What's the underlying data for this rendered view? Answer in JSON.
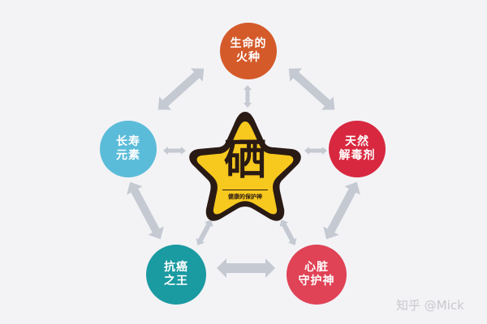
{
  "diagram": {
    "type": "hub-and-spoke pentagon",
    "center": {
      "title": "硒",
      "subtitle": "健康的保护神",
      "shape": "star",
      "fill_color": "#f7c81e",
      "border_color": "#2a1a14"
    },
    "nodes": [
      {
        "id": "top",
        "line1": "生命的",
        "line2": "火种",
        "color": "#d45a2a"
      },
      {
        "id": "right",
        "line1": "天然",
        "line2": "解毒剂",
        "color": "#d8283f"
      },
      {
        "id": "bottom_right",
        "line1": "心脏",
        "line2": "守护神",
        "color": "#e04256"
      },
      {
        "id": "bottom_left",
        "line1": "抗癌",
        "line2": "之王",
        "color": "#1a9aa1"
      },
      {
        "id": "left",
        "line1": "长寿",
        "line2": "元素",
        "color": "#5bbcd9"
      }
    ],
    "arrow_color": "#c4c9d2",
    "connections": [
      {
        "from": "top",
        "to": "right",
        "type": "bidirectional"
      },
      {
        "from": "right",
        "to": "bottom_right",
        "type": "bidirectional"
      },
      {
        "from": "bottom_right",
        "to": "bottom_left",
        "type": "bidirectional"
      },
      {
        "from": "bottom_left",
        "to": "left",
        "type": "bidirectional"
      },
      {
        "from": "left",
        "to": "top",
        "type": "bidirectional"
      },
      {
        "from": "center",
        "to": "top",
        "type": "bidirectional"
      },
      {
        "from": "center",
        "to": "right",
        "type": "bidirectional"
      },
      {
        "from": "center",
        "to": "bottom_right",
        "type": "bidirectional"
      },
      {
        "from": "center",
        "to": "bottom_left",
        "type": "bidirectional"
      },
      {
        "from": "center",
        "to": "left",
        "type": "bidirectional"
      }
    ]
  },
  "watermark": "知乎 @Mick"
}
